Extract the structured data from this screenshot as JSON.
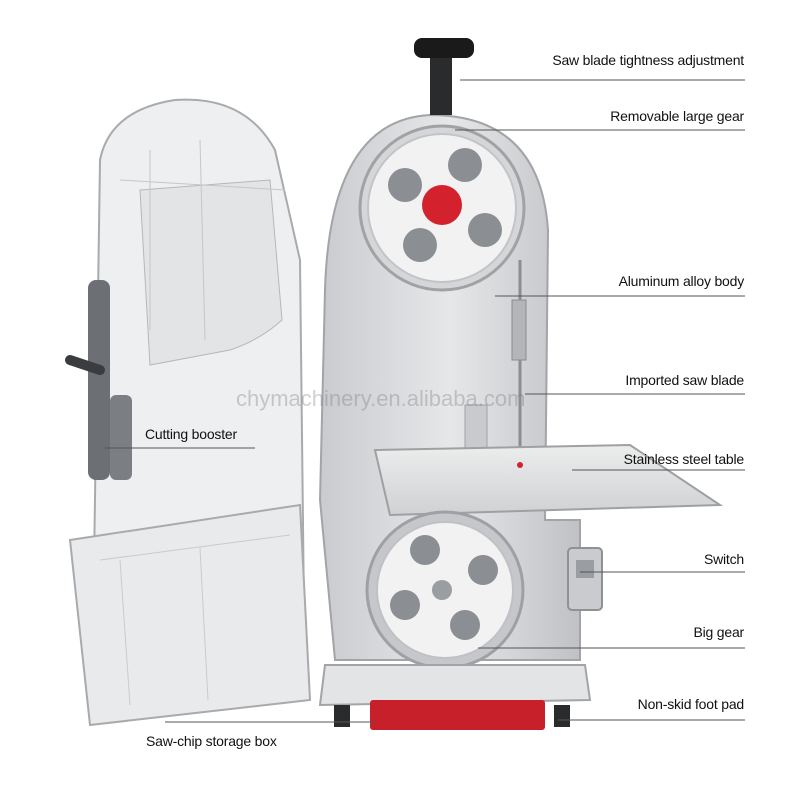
{
  "labels": {
    "tightness": "Saw blade tightness adjustment",
    "large_gear": "Removable large gear",
    "body": "Aluminum alloy body",
    "blade": "Imported saw blade",
    "table": "Stainless steel table",
    "switch": "Switch",
    "big_gear": "Big gear",
    "foot_pad": "Non-skid foot pad",
    "booster": "Cutting booster",
    "storage_box": "Saw-chip storage box"
  },
  "watermark": "chymachinery.en.alibaba.com",
  "colors": {
    "body": "#d9dadc",
    "body_shadow": "#b8babd",
    "accent_red": "#d3212d",
    "base_red": "#c7202a",
    "knob": "#1a1a1a",
    "leader_line": "#555555"
  }
}
